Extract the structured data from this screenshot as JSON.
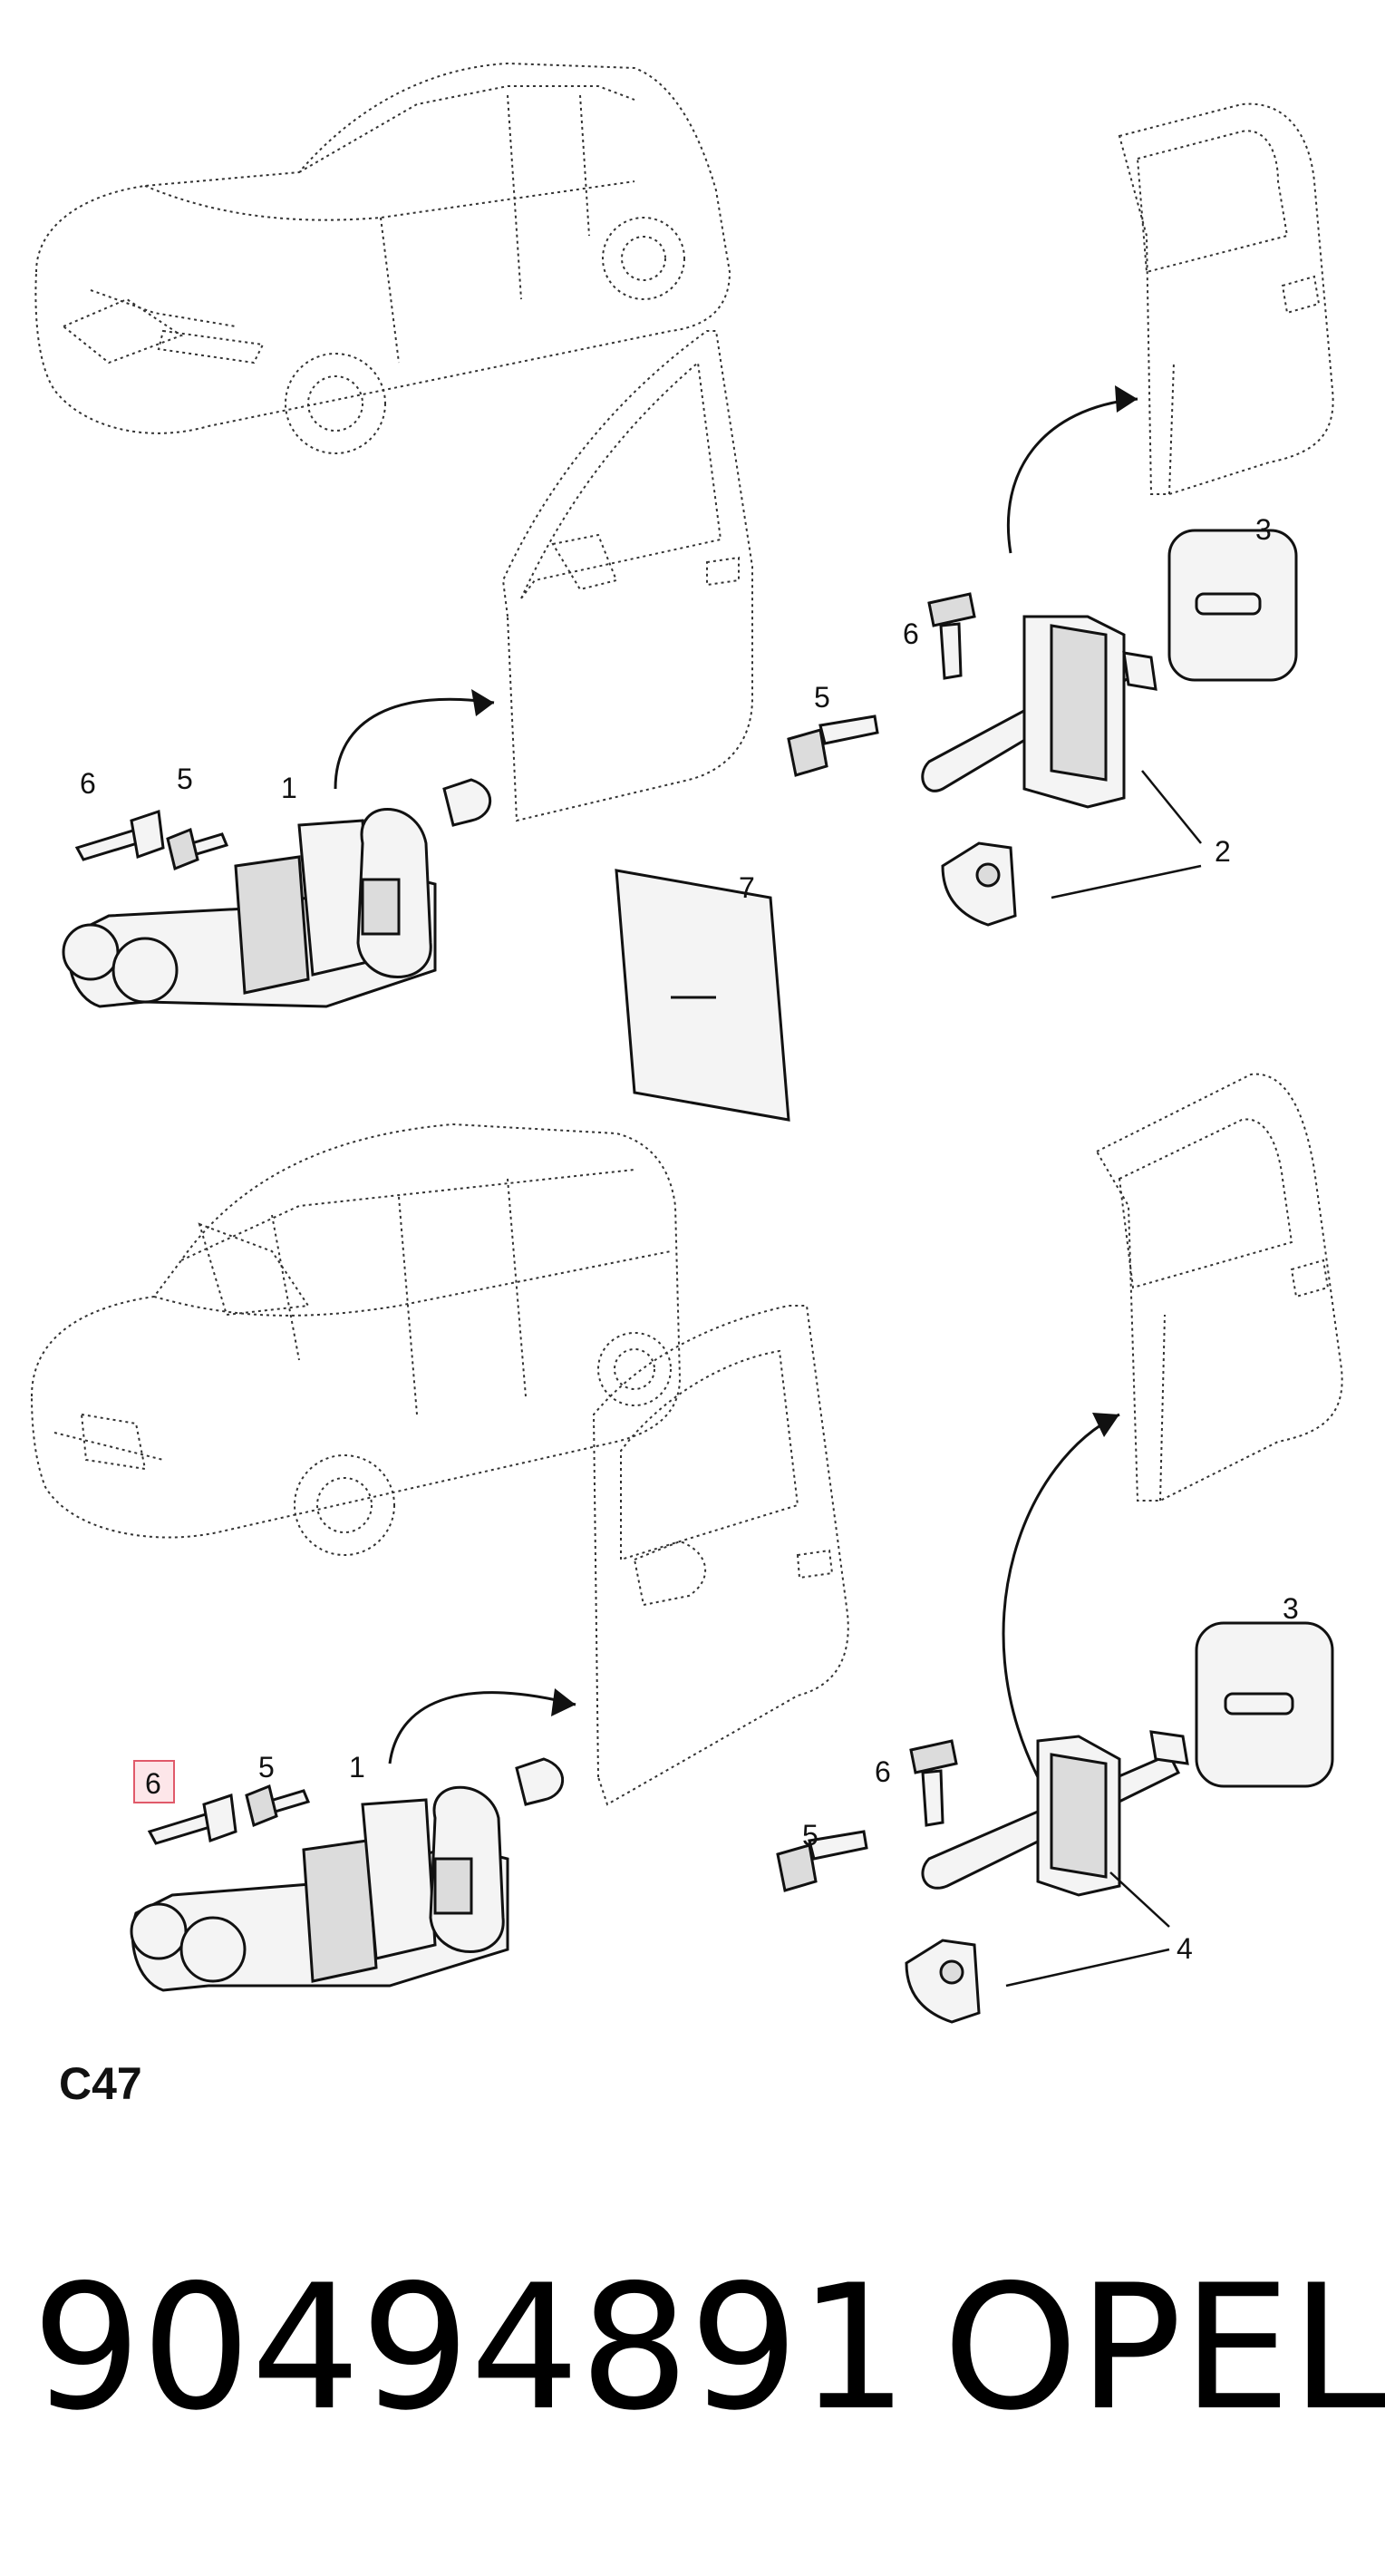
{
  "diagram": {
    "callouts": [
      {
        "id": "c1-top",
        "text": "1"
      },
      {
        "id": "c2-top",
        "text": "2"
      },
      {
        "id": "c3-top",
        "text": "3"
      },
      {
        "id": "c5-top-left",
        "text": "5"
      },
      {
        "id": "c5-top-right",
        "text": "5"
      },
      {
        "id": "c6-top-left",
        "text": "6"
      },
      {
        "id": "c6-top-right",
        "text": "6"
      },
      {
        "id": "c7",
        "text": "7"
      },
      {
        "id": "c1-bottom",
        "text": "1"
      },
      {
        "id": "c3-bottom",
        "text": "3"
      },
      {
        "id": "c4",
        "text": "4"
      },
      {
        "id": "c5-bottom-left",
        "text": "5"
      },
      {
        "id": "c5-bottom-right",
        "text": "5"
      },
      {
        "id": "c6-bottom-left",
        "text": "6"
      },
      {
        "id": "c6-bottom-right",
        "text": "6"
      }
    ],
    "highlighted_callout": "c6-bottom-left",
    "highlight_color": "#e05a6a",
    "diagram_code": "C47"
  },
  "footer": {
    "part_number": "90494891",
    "brand": "OPEL"
  }
}
